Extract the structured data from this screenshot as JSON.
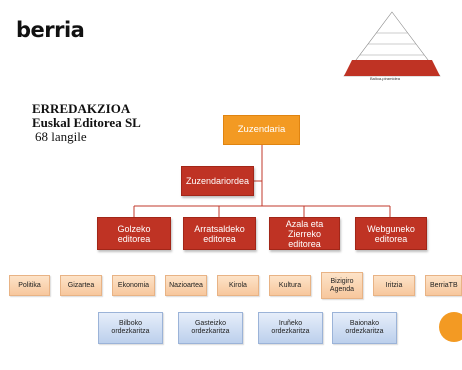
{
  "logo": "berria",
  "pyramid": {
    "caption": "Balioa-piramidea",
    "colors": [
      "#ffffff",
      "#bf3324"
    ]
  },
  "organization": {
    "title": "ERREDAKZIOA",
    "company": "Euskal Editorea SL",
    "staff": "68 langile"
  },
  "chart": {
    "top": "Zuzendaria",
    "deputy": "Zuzendariordea",
    "editors": [
      "Golzeko editorea",
      "Arratsaldeko editorea",
      "Azala eta Zierreko editorea",
      "Webguneko editorea"
    ],
    "sections": [
      "Politika",
      "Gizartea",
      "Ekonomia",
      "Nazioartea",
      "Kirola",
      "Kultura",
      "Bizigiro Agenda",
      "Iritzia",
      "BerriaTB"
    ],
    "offices": [
      "Bilboko ordezkaritza",
      "Gasteizko ordezkaritza",
      "Iruñeko ordezkaritza",
      "Baionako ordezkaritza"
    ]
  },
  "colors": {
    "top": "#f39a23",
    "editors": "#bf3324",
    "sections": "#f7c79d",
    "offices": "#bcd0ec"
  }
}
